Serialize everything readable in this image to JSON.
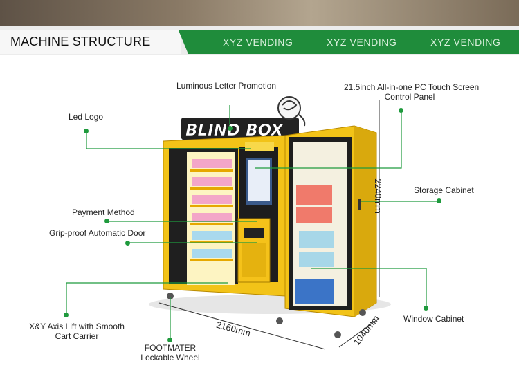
{
  "header": {
    "title": "MACHINE STRUCTURE",
    "brand_repeats": [
      "XYZ VENDING",
      "XYZ VENDING",
      "XYZ VENDING"
    ]
  },
  "machine": {
    "sign_text": "BLIND BOX"
  },
  "callouts": {
    "luminous": "Luminous Letter Promotion",
    "led_logo": "Led Logo",
    "touch_screen_line1": "21.5inch All-in-one PC Touch Screen",
    "touch_screen_line2": "Control Panel",
    "storage": "Storage Cabinet",
    "payment": "Payment Method",
    "grip_door": "Grip-proof Automatic Door",
    "window": "Window Cabinet",
    "lift_line1": "X&Y Axis Lift with Smooth",
    "lift_line2": "Cart Carrier",
    "wheel_line1": "FOOTMATER",
    "wheel_line2": "Lockable Wheel"
  },
  "dimensions": {
    "height": "2240mm",
    "width": "2160mm",
    "depth": "1040mm"
  },
  "colors": {
    "accent_green": "#1f8c3b",
    "cabinet_yellow": "#f2c318",
    "callout_dot": "#1f9a3d"
  }
}
